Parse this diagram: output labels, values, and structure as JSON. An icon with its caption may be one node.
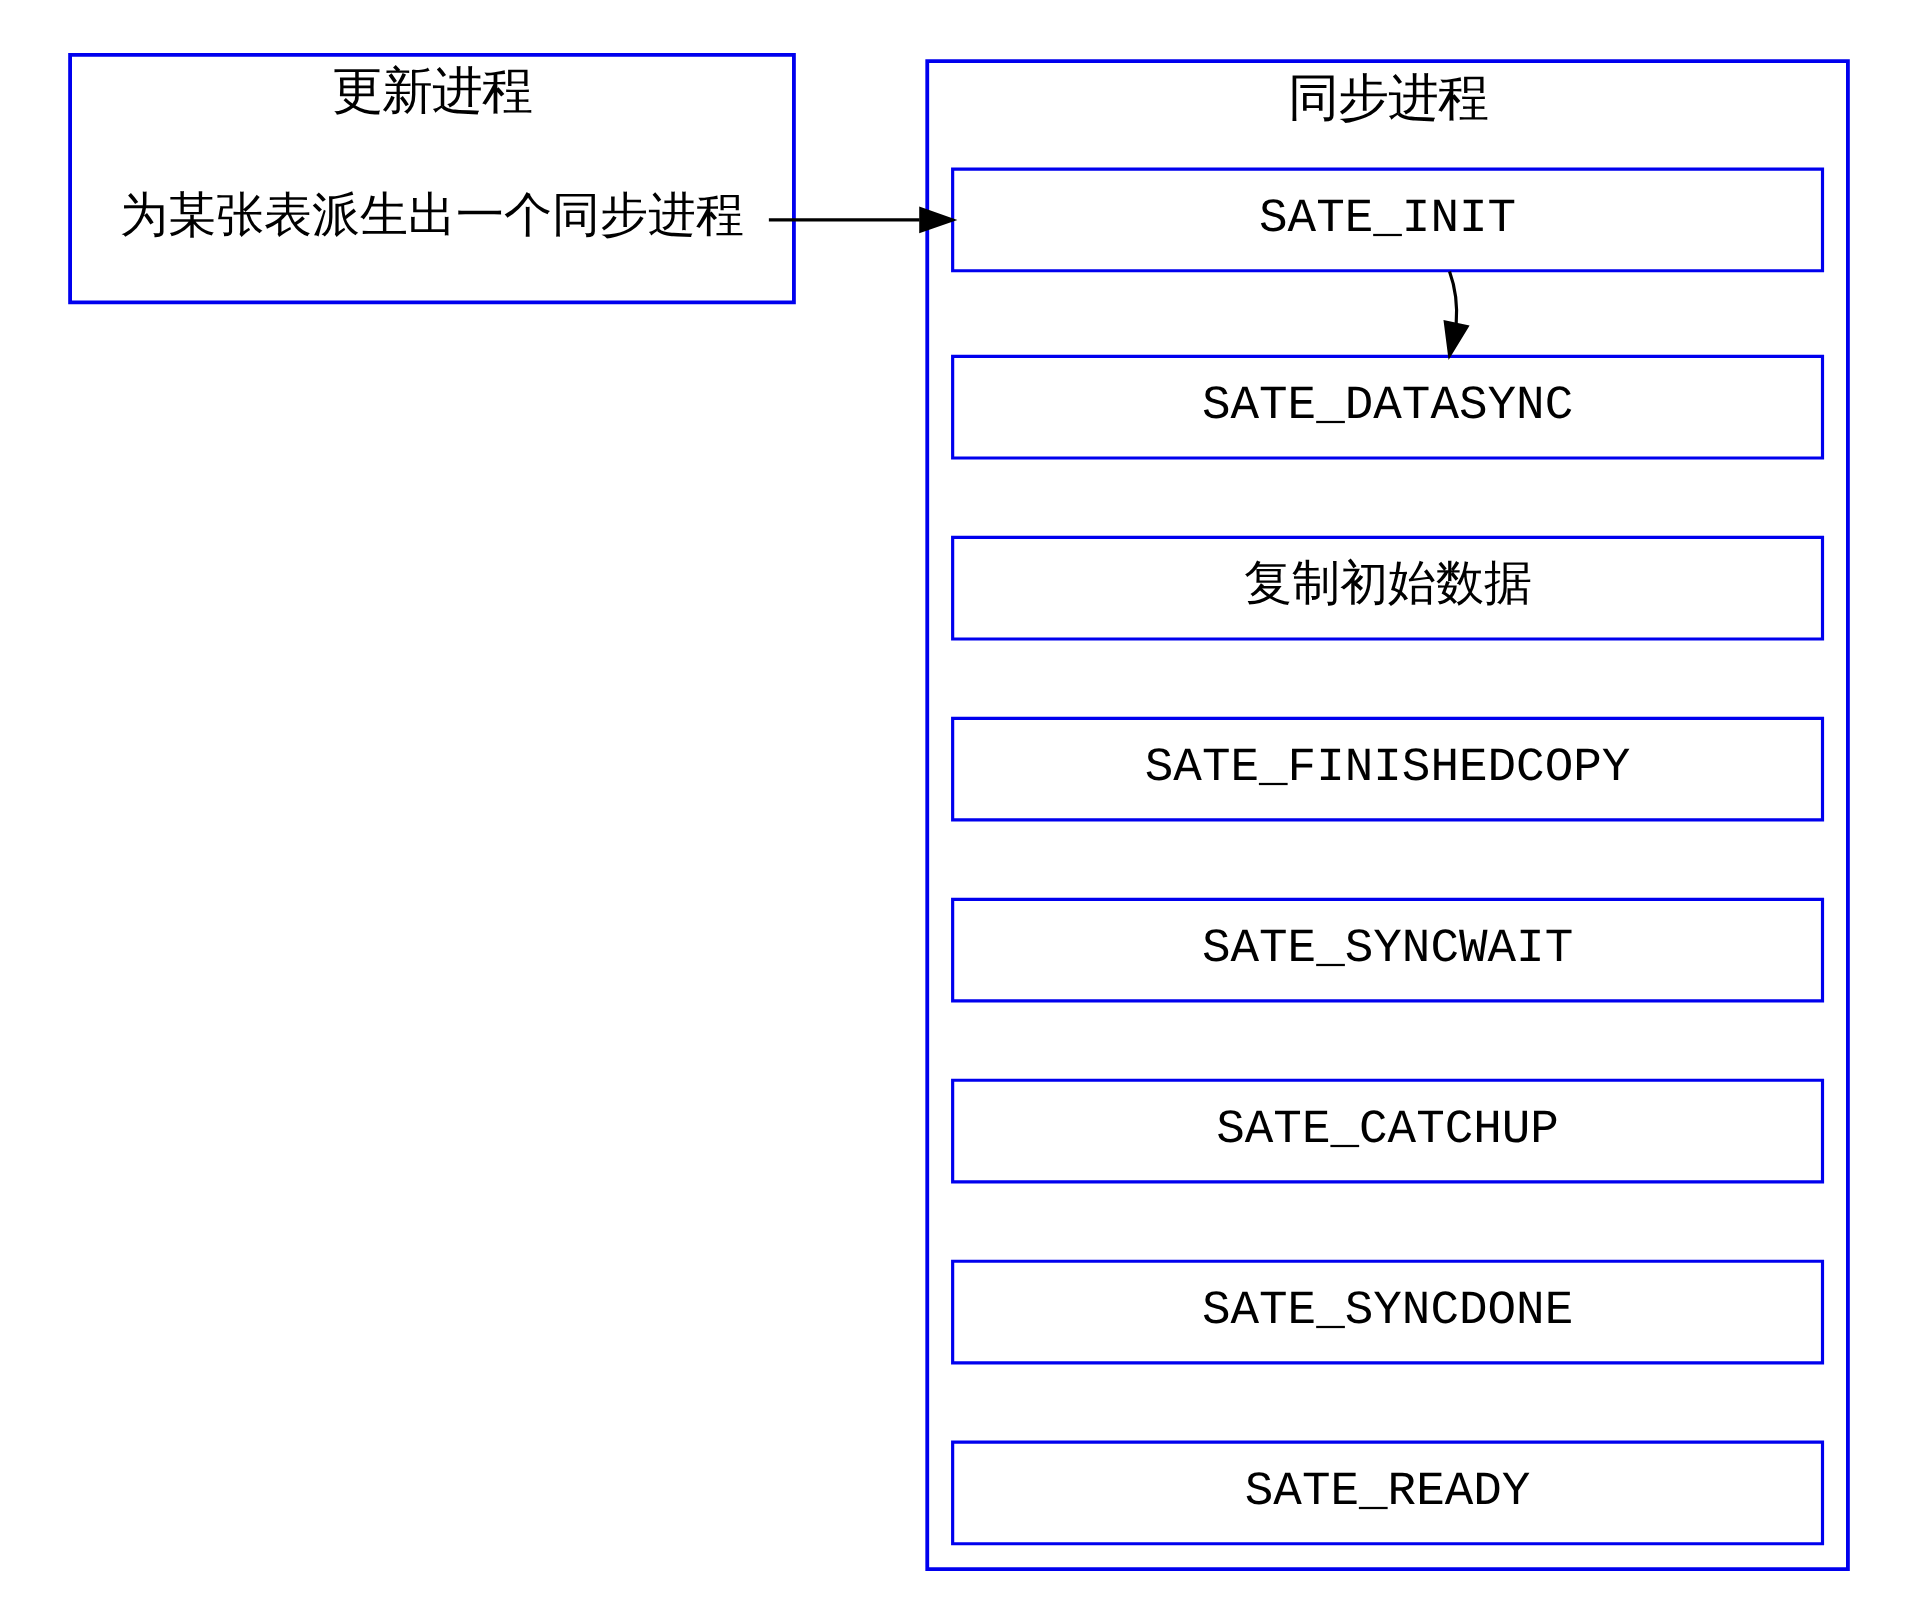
{
  "diagram": {
    "nodes": [
      {
        "text": [
          "更新进程"
        ]
      },
      {
        "text": [
          "为某张表派生出一个同步进程"
        ],
        "in": 0
      },
      {
        "text": [
          "同步进程"
        ]
      },
      {
        "text": [
          "SATE_INIT"
        ],
        "in": 2
      },
      {
        "text": [
          "SATE_DATASYNC"
        ],
        "in": 2
      },
      {
        "text": [
          "复制初始数据"
        ],
        "in": 2
      },
      {
        "text": [
          "SATE_FINISHEDCOPY"
        ],
        "in": 2
      },
      {
        "text": [
          "SATE_SYNCWAIT"
        ],
        "in": 2
      },
      {
        "text": [
          "SATE_CATCHUP"
        ],
        "in": 2
      },
      {
        "text": [
          "SATE_SYNCDONE"
        ],
        "in": 2
      },
      {
        "text": [
          "SATE_READY"
        ],
        "in": 2
      }
    ],
    "edges": [
      {
        "from": 1,
        "to": 3,
        "arrow": "to"
      },
      {
        "from": 3,
        "to": 4,
        "arrow": "to"
      }
    ]
  }
}
